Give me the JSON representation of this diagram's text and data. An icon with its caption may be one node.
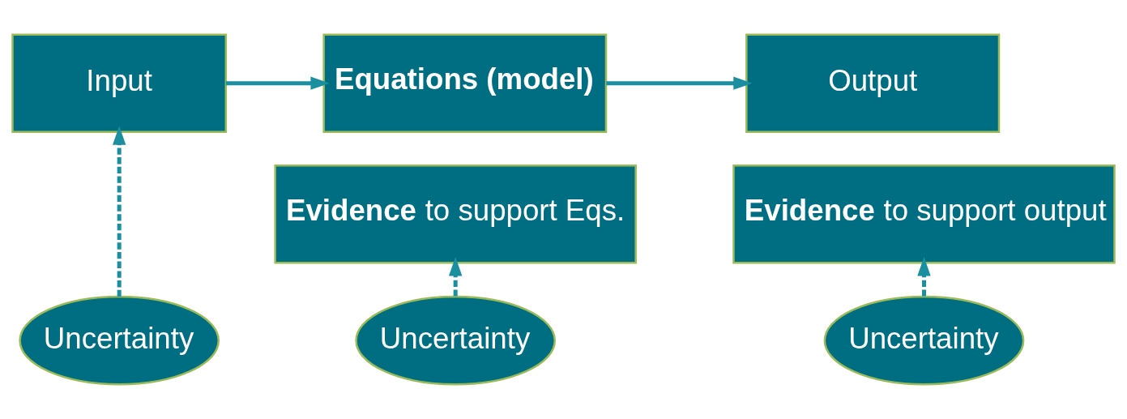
{
  "diagram": {
    "nodes": [
      {
        "text": [
          "Input"
        ]
      },
      {
        "text": [
          "Equations (model)"
        ]
      },
      {
        "text": [
          "Output"
        ]
      },
      {
        "text": [
          "**Evidence** to support Eqs."
        ]
      },
      {
        "text": [
          "**Evidence** to support output"
        ]
      },
      {
        "text": [
          "Uncertainty"
        ]
      },
      {
        "text": [
          "Uncertainty"
        ]
      },
      {
        "text": [
          "Uncertainty"
        ]
      }
    ],
    "edges": [
      {
        "from": 0,
        "to": 1,
        "arrow": "to"
      },
      {
        "from": 1,
        "to": 2,
        "arrow": "to"
      },
      {
        "from": 5,
        "to": 0,
        "arrow": "to",
        "style": "dashed"
      },
      {
        "from": 6,
        "to": 3,
        "arrow": "to",
        "style": "dashed"
      },
      {
        "from": 7,
        "to": 4,
        "arrow": "to",
        "style": "dashed"
      }
    ]
  }
}
